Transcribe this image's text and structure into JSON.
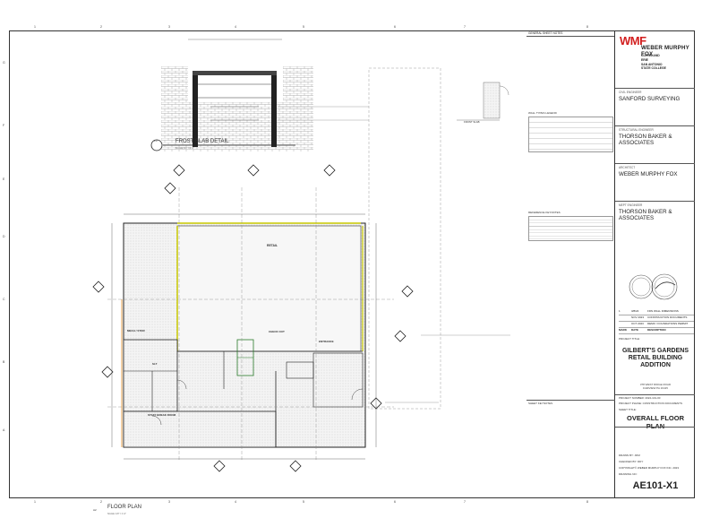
{
  "title_block": {
    "brand_mark": "WMF",
    "firm_name": "WEBER MURPHY FOX",
    "offices": [
      "CLEVELAND",
      "ERIE",
      "SAN ANTONIO",
      "STATE COLLEGE"
    ],
    "consultants": [
      {
        "role": "CIVIL ENGINEER",
        "name": "SANFORD SURVEYING"
      },
      {
        "role": "STRUCTURAL ENGINEER",
        "name": "THORSON BAKER & ASSOCIATES"
      },
      {
        "role": "ARCHITECT",
        "name": "WEBER MURPHY FOX"
      },
      {
        "role": "MEPT ENGINEER",
        "name": "THORSON BAKER & ASSOCIATES"
      }
    ],
    "revisions": [
      {
        "mark": "1",
        "date": "3/8/24",
        "desc": "FDN WALL DIMENSIONS"
      },
      {
        "mark": "",
        "date": "NOV 2023",
        "desc": "CONSTRUCTION DOCUMENTS"
      },
      {
        "mark": "",
        "date": "OCT 2023",
        "desc": "DEMO / FOUNDATIONS PERMIT"
      }
    ],
    "rev_headers": {
      "mark": "MARK",
      "date": "DATE",
      "desc": "DESCRIPTION"
    },
    "project_title_label": "PROJECT TITLE:",
    "project_title": [
      "GILBERT'S GARDENS",
      "RETAIL BUILDING",
      "ADDITION"
    ],
    "project_address": [
      "378 WEST RIDGE ROAD",
      "FAIRVIEW PA 16415"
    ],
    "project_number": "PROJECT NUMBER: 2022-101-00",
    "project_phase": "PROJECT PHASE:    CONSTRUCTION DOCUMENTS",
    "sheet_title_label": "SHEET TITLE:",
    "sheet_title": "OVERALL FLOOR PLAN",
    "drawn_by": "DRAWN BY:   JDM",
    "checked_by": "CHECKED BY:   DDY",
    "copyright": "COPYRIGHT© WEBER MURPHY FOX INC. 2023",
    "drawing_no_label": "DRAWING NO:",
    "sheet_number": "AE101-X1"
  },
  "notes_column": {
    "general_sheet_notes": "GENERAL SHEET NOTES",
    "wall_types_legend": "WALL TYPES LEGEND",
    "reference_keynotes": "REFERENCE KEYNOTES",
    "sheet_keynotes": "SHEET KEYNOTES"
  },
  "details": {
    "frost_slab_id": "F3",
    "frost_slab_title": "FROST SLAB DETAIL",
    "frost_slab_scale": "SCALE: 3/4\" = 1'-0\"",
    "floor_plan_id": "A2",
    "floor_plan_title": "FLOOR PLAN",
    "floor_plan_scale": "SCALE: 1/8\" = 1'-0\""
  },
  "rooms": {
    "retail": "RETAIL",
    "mech_stor": "MECH / STOR",
    "checkout": "CHECK OUT",
    "entrance": "ENTRANCE",
    "staff_break": "STAFF BREAK ROOM",
    "slt": "SLT",
    "front_slab": "FRONT SLAB"
  },
  "grid": {
    "cols": [
      "1",
      "2",
      "3",
      "4",
      "5",
      "6",
      "7",
      "8"
    ],
    "rows": [
      "A",
      "B",
      "C",
      "D",
      "E",
      "F",
      "G"
    ]
  }
}
